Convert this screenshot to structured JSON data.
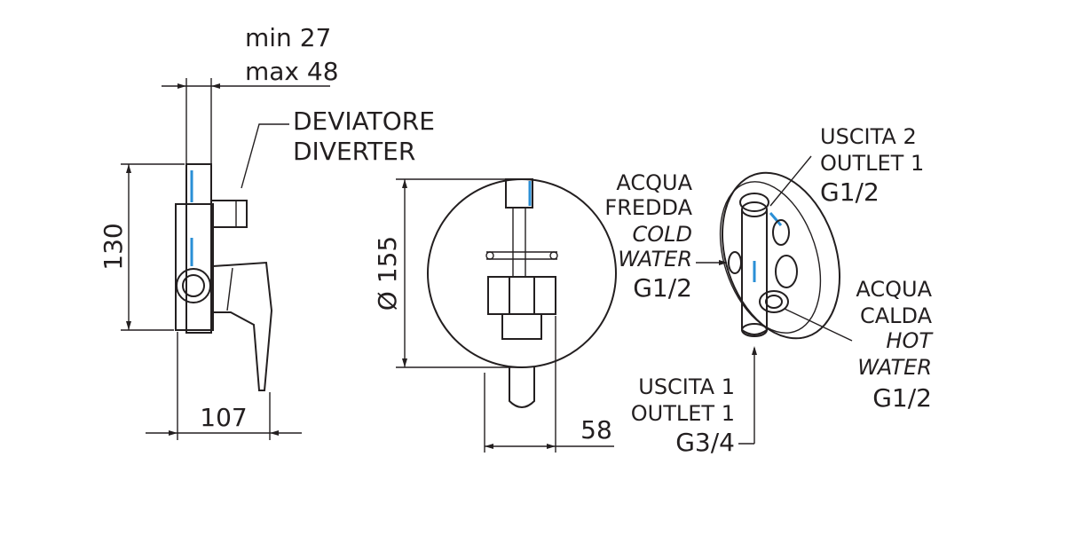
{
  "side_view": {
    "dim_top_line1": "min 27",
    "dim_top_line2": "max 48",
    "diverter_label_it": "DEVIATORE",
    "diverter_label_en": "DIVERTER",
    "dim_height": "130",
    "dim_width": "107"
  },
  "front_view": {
    "dim_diameter": "Ø 155",
    "dim_bottom": "58"
  },
  "iso_view": {
    "outlet2_it": "USCITA 2",
    "outlet2_en": "OUTLET 1",
    "outlet2_size": "G1/2",
    "cold_it_1": "ACQUA",
    "cold_it_2": "FREDDA",
    "cold_en_1": "COLD",
    "cold_en_2": "WATER",
    "cold_size": "G1/2",
    "hot_it_1": "ACQUA",
    "hot_it_2": "CALDA",
    "hot_en_1": "HOT",
    "hot_en_2": "WATER",
    "hot_size": "G1/2",
    "outlet1_it": "USCITA 1",
    "outlet1_en": "OUTLET 1",
    "outlet1_size": "G3/4"
  },
  "colors": {
    "line": "#231f20",
    "water_marker": "#2a8fd6"
  }
}
